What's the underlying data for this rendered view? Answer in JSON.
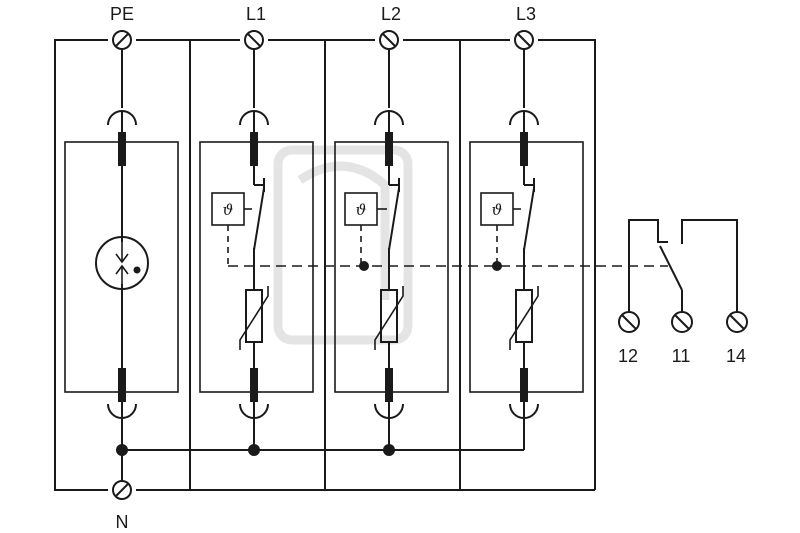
{
  "terminals": {
    "pe": "PE",
    "l1": "L1",
    "l2": "L2",
    "l3": "L3",
    "n": "N",
    "c12": "12",
    "c11": "11",
    "c14": "14"
  },
  "thermal_symbol": "ϑ"
}
